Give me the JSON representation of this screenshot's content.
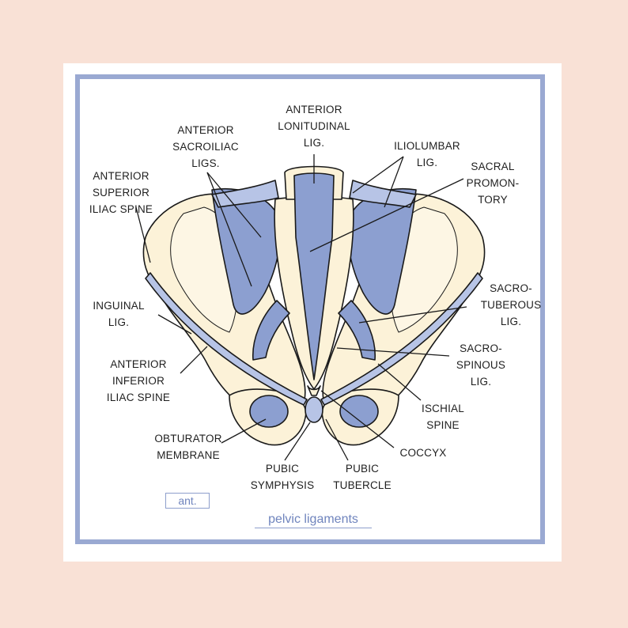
{
  "labels": {
    "anterior_longitudinal_lig": "ANTERIOR\nLONITUDINAL\nLIG.",
    "anterior_sacroiliac_ligs": "ANTERIOR\nSACROILIAC\nLIGS.",
    "iliolumbar_lig": "ILIOLUMBAR\nLIG.",
    "sacral_promontory": "SACRAL\nPROMON-\nTORY",
    "anterior_superior_iliac_spine": "ANTERIOR\nSUPERIOR\nILIAC SPINE",
    "inguinal_lig": "INGUINAL\nLIG.",
    "sacrotuberous_lig": "SACRO-\nTUBEROUS\nLIG.",
    "sacrospinous_lig": "SACRO-\nSPINOUS\nLIG.",
    "anterior_inferior_iliac_spine": "ANTERIOR\nINFERIOR\nILIAC SPINE",
    "ischial_spine": "ISCHIAL\nSPINE",
    "obturator_membrane": "OBTURATOR\nMEMBRANE",
    "coccyx": "COCCYX",
    "pubic_symphysis": "PUBIC\nSYMPHYSIS",
    "pubic_tubercle": "PUBIC\nTUBERCLE"
  },
  "view_tag": "ant.",
  "caption": "pelvic ligaments",
  "colors": {
    "background": "#f9e1d6",
    "frame": "#9aa9d2",
    "bone": "#fcf2d8",
    "ligament": "#8c9fd0",
    "ligament_light": "#b7c4e6",
    "outline": "#1a1a1a",
    "caption": "#6f84bd"
  }
}
